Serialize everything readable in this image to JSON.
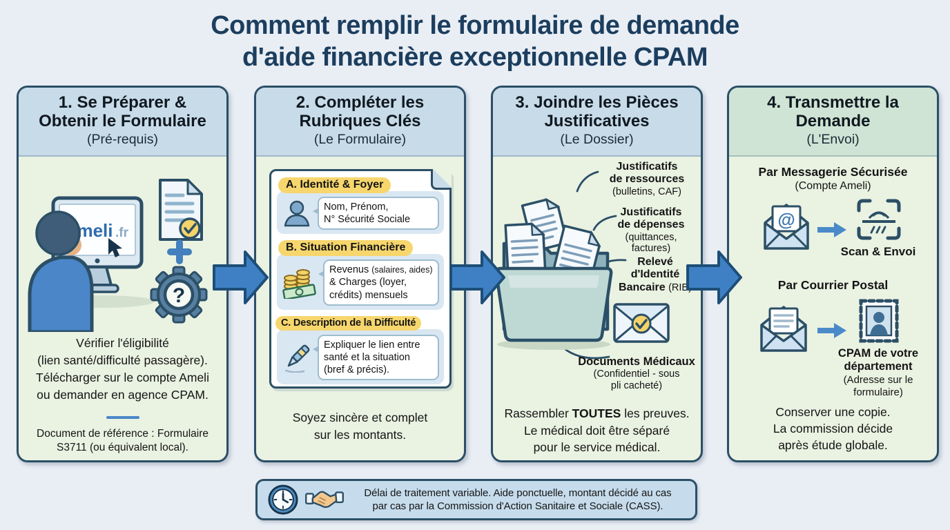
{
  "title": {
    "line1": "Comment remplir le formulaire de demande",
    "line2": "d'aide financière exceptionnelle CPAM"
  },
  "step1": {
    "heading_line1": "1. Se Préparer &",
    "heading_line2": "Obtenir le Formulaire",
    "subheading": "(Pré-requis)",
    "screen_brand": "ameli",
    "screen_suffix": ".fr",
    "gear_symbol": "?",
    "body_lines": [
      "Vérifier l'éligibilité",
      "(lien santé/difficulté passagère).",
      "Télécharger sur le compte Ameli",
      "ou demander en agence CPAM."
    ],
    "ref_lines": [
      "Document de référence : Formulaire",
      "S3711 (ou équivalent local)."
    ]
  },
  "step2": {
    "heading_line1": "2. Compléter les",
    "heading_line2": "Rubriques Clés",
    "subheading": "(Le Formulaire)",
    "section_a": {
      "label": "A. Identité & Foyer",
      "bubble_line1": "Nom, Prénom,",
      "bubble_line2": "N° Sécurité Sociale"
    },
    "section_b": {
      "label": "B. Situation Financière",
      "bubble_line1_main": "Revenus ",
      "bubble_line1_small": "(salaires, aides)",
      "bubble_line2": "& Charges (loyer,",
      "bubble_line3": "crédits) mensuels"
    },
    "section_c": {
      "label": "C. Description de la Difficulté",
      "bubble_line1": "Expliquer le lien entre",
      "bubble_line2": "santé et la situation",
      "bubble_line3": "(bref & précis)."
    },
    "footer_line1": "Soyez sincère et complet",
    "footer_line2": "sur les montants."
  },
  "step3": {
    "heading_line1": "3. Joindre les Pièces",
    "heading_line2": "Justificatives",
    "subheading": "(Le Dossier)",
    "label_ressources": {
      "bold_line1": "Justificatifs",
      "bold_line2": "de ressources",
      "normal": "(bulletins, CAF)"
    },
    "label_depenses": {
      "bold_line1": "Justificatifs",
      "bold_line2": "de dépenses",
      "normal_line1": "(quittances,",
      "normal_line2": "factures)"
    },
    "label_rib": {
      "bold_line1": "Relevé",
      "bold_line2": "d'Identité",
      "bold_line3": "Bancaire",
      "normal": "(RIB)"
    },
    "label_medical": {
      "bold": "Documents Médicaux",
      "normal_line1": "(Confidentiel - sous",
      "normal_line2": "pli cacheté)"
    },
    "footer_line1_pre": "Rassembler ",
    "footer_line1_bold": "TOUTES",
    "footer_line1_post": " les preuves.",
    "footer_line2": "Le médical doit être séparé",
    "footer_line3": "pour le service médical."
  },
  "step4": {
    "heading_line1": "4. Transmettre la",
    "heading_line2": "Demande",
    "subheading": "(L'Envoi)",
    "method1_title": "Par Messagerie Sécurisée",
    "method1_sub": "(Compte Ameli)",
    "at_symbol": "@",
    "scan_caption": "Scan & Envoi",
    "method2_title": "Par Courrier Postal",
    "stamp_caption_bold_line1": "CPAM de votre",
    "stamp_caption_bold_line2": "département",
    "stamp_caption_normal_line1": "(Adresse sur le",
    "stamp_caption_normal_line2": "formulaire)",
    "footer_line1": "Conserver une copie.",
    "footer_line2": "La commission décide",
    "footer_line3": "après étude globale."
  },
  "footer_note": {
    "line1": "Délai de traitement variable. Aide ponctuelle, montant décidé au cas",
    "line2": "par cas par la Commission d'Action Sanitaire et Sociale (CASS)."
  },
  "icons": {
    "step1": [
      "monitor-icon",
      "person-icon",
      "cursor-icon",
      "document-check-icon",
      "plus-icon",
      "gear-question-icon"
    ],
    "step2": [
      "user-icon",
      "money-icon",
      "pen-icon"
    ],
    "step3": [
      "folder-documents-icon",
      "envelope-check-icon"
    ],
    "step4": [
      "envelope-at-icon",
      "scan-fingerprint-icon",
      "arrow-right-icon",
      "envelope-letter-icon",
      "stamp-icon"
    ],
    "footer": [
      "clock-icon",
      "handshake-icon"
    ],
    "between_panels": "flow-arrow-icon"
  },
  "colors": {
    "background": "#e9eef5",
    "title": "#1c3e5e",
    "panel_border": "#2b4f66",
    "header_blue": "#c8dbe9",
    "header_green": "#cfe4d4",
    "body_green": "#eaf2e2",
    "highlight_yellow": "#f6d66d",
    "arrow_blue": "#3f80c4",
    "footer_blue": "#c6dcec"
  }
}
